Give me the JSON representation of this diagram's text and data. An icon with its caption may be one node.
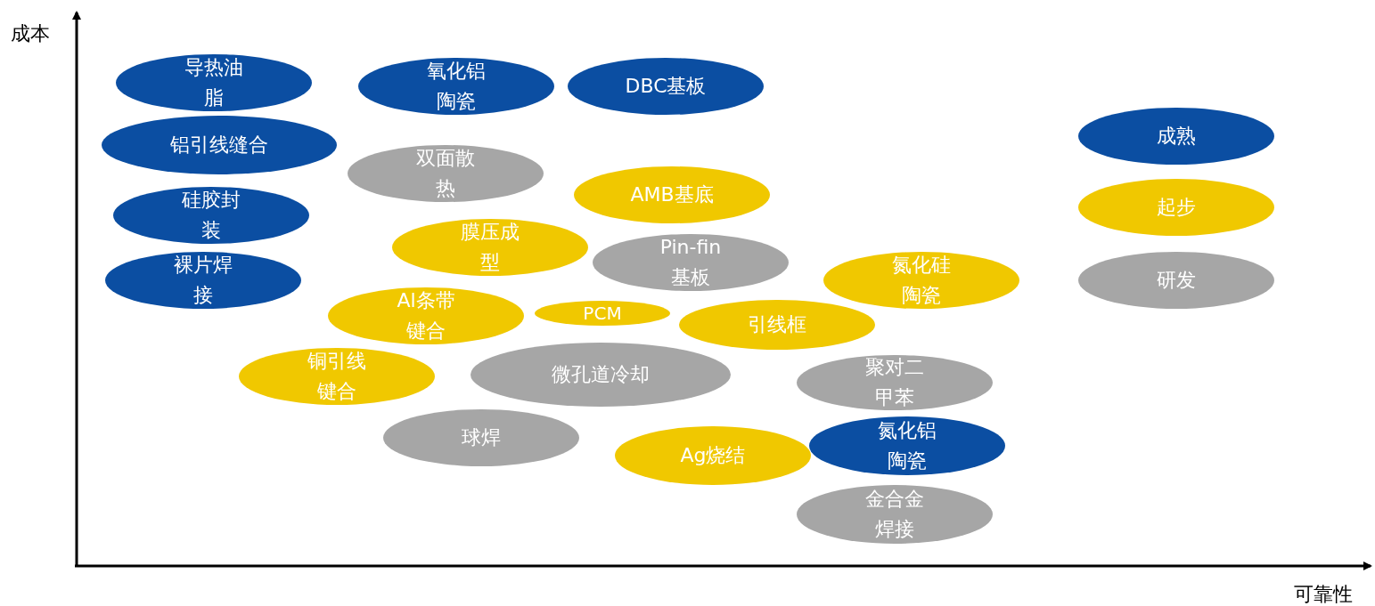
{
  "diagram": {
    "nodes": [
      {
        "text": [
          "导热油脂"
        ]
      },
      {
        "text": [
          "氧化铝陶瓷"
        ]
      },
      {
        "text": [
          "DBC基板"
        ]
      },
      {
        "text": [
          "铝引线缝合"
        ]
      },
      {
        "text": [
          "双面散热"
        ]
      },
      {
        "text": [
          "AMB基底"
        ]
      },
      {
        "text": [
          "硅胶封装"
        ]
      },
      {
        "text": [
          "膜压成型"
        ]
      },
      {
        "text": [
          "Pin-fin基板"
        ]
      },
      {
        "text": [
          "裸片焊接"
        ]
      },
      {
        "text": [
          "氮化硅陶瓷"
        ]
      },
      {
        "text": [
          "Al条带键合"
        ]
      },
      {
        "text": [
          "PCM"
        ]
      },
      {
        "text": [
          "引线框"
        ]
      },
      {
        "text": [
          "铜引线键合"
        ]
      },
      {
        "text": [
          "微孔道冷却"
        ]
      },
      {
        "text": [
          "聚对二甲苯"
        ]
      },
      {
        "text": [
          "球焊"
        ]
      },
      {
        "text": [
          "Ag烧结"
        ]
      },
      {
        "text": [
          "氮化铝陶瓷"
        ]
      },
      {
        "text": [
          "金合金焊接"
        ]
      }
    ],
    "edges": [],
    "labels": [
      "成本",
      "可靠性"
    ],
    "legend": [
      {
        "text": "成熟",
        "color": "#0b4ea2"
      },
      {
        "text": "起步",
        "color": "#f0c800"
      },
      {
        "text": "研发",
        "color": "#a6a6a6"
      }
    ]
  }
}
